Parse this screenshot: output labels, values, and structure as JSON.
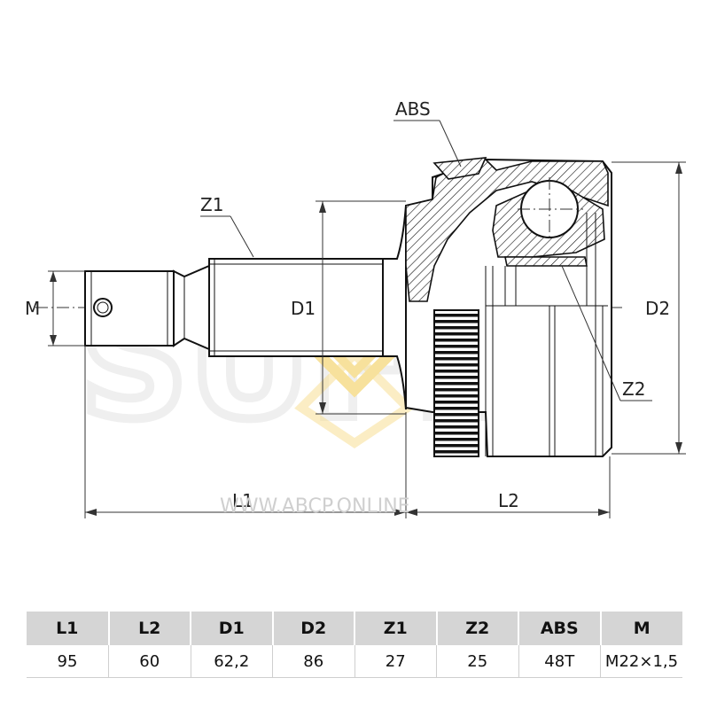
{
  "labels": {
    "abs": "ABS",
    "z1": "Z1",
    "z2": "Z2",
    "m": "M",
    "d1": "D1",
    "d2": "D2",
    "l1": "L1",
    "l2": "L2"
  },
  "watermark": {
    "logo_text": "SUFIX",
    "site_text": "WWW.ABCP.ONLINE",
    "logo_color": "#f2c94c",
    "text_color": "#cfcfcf"
  },
  "spec_table": {
    "headers": [
      "L1",
      "L2",
      "D1",
      "D2",
      "Z1",
      "Z2",
      "ABS",
      "M"
    ],
    "values": [
      "95",
      "60",
      "62,2",
      "86",
      "27",
      "25",
      "48T",
      "M22×1,5"
    ]
  }
}
